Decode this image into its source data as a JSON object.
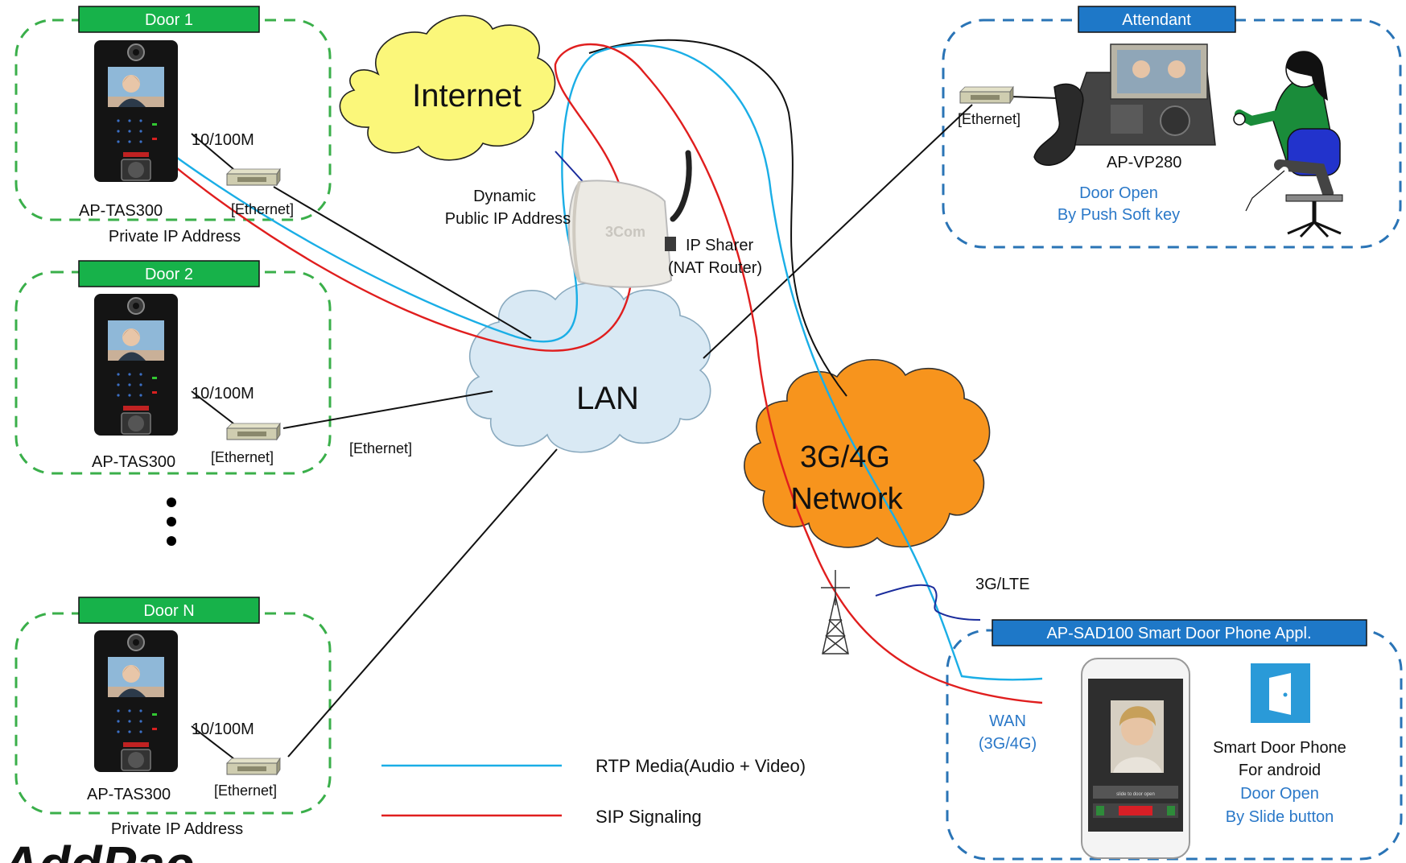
{
  "doors": [
    {
      "tag": "Door 1",
      "device": "AP-TAS300",
      "speed": "10/100M",
      "ethernet": "[Ethernet]",
      "note": "Private IP Address"
    },
    {
      "tag": "Door 2",
      "device": "AP-TAS300",
      "speed": "10/100M",
      "ethernet": "[Ethernet]"
    },
    {
      "tag": "Door N",
      "device": "AP-TAS300",
      "speed": "10/100M",
      "ethernet": "[Ethernet]",
      "note": "Private IP Address"
    }
  ],
  "lan_ethernet": "[Ethernet]",
  "clouds": {
    "internet": "Internet",
    "lan": "LAN",
    "mobile_line1": "3G/4G",
    "mobile_line2": "Network"
  },
  "router": {
    "public_ip_line1": "Dynamic",
    "public_ip_line2": "Public IP Address",
    "label_line1": "IP Sharer",
    "label_line2": "(NAT Router)",
    "brand": "3Com"
  },
  "attendant": {
    "tag": "Attendant",
    "ethernet": "[Ethernet]",
    "device": "AP-VP280",
    "action_line1": "Door Open",
    "action_line2": "By Push Soft key"
  },
  "mobile": {
    "link_label": "3G/LTE",
    "tag": "AP-SAD100 Smart Door Phone Appl.",
    "wan_line1": "WAN",
    "wan_line2": "(3G/4G)",
    "app_line1": "Smart Door Phone",
    "app_line2": "For android",
    "action_line1": "Door Open",
    "action_line2": "By Slide button",
    "phone_caption": "slide to door open"
  },
  "legend": [
    {
      "label": "RTP Media(Audio + Video)",
      "color": "#1aaee6"
    },
    {
      "label": "SIP Signaling",
      "color": "#e01e1e"
    }
  ],
  "logo": "AddPac",
  "colors": {
    "door_green": "#17b24a",
    "door_border": "#3aaf4a",
    "attendant_blue": "#1e78c8",
    "box_border": "#2a74b6",
    "internet_fill": "#fbf77a",
    "lan_fill": "#d9e9f4",
    "mobile_fill": "#f7941d",
    "signal_line": "#1a2c9c",
    "link_text_blue": "#2a78c8"
  }
}
